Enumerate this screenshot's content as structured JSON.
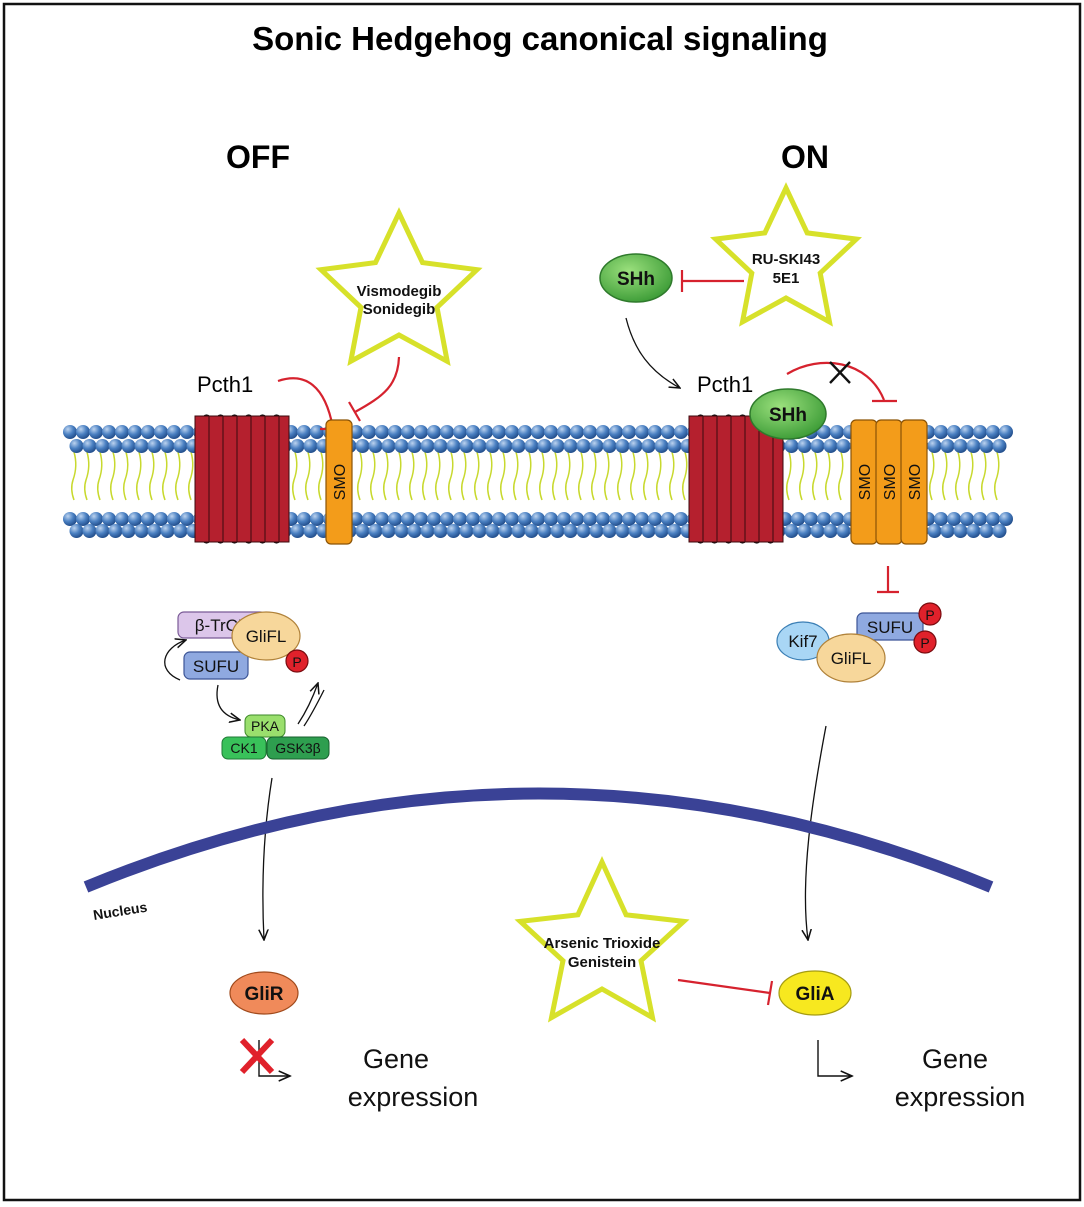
{
  "title": "Sonic Hedgehog canonical signaling",
  "states": {
    "off": "OFF",
    "on": "ON"
  },
  "drugs": {
    "smo_inhibitors": [
      "Vismodegib",
      "Sonidegib"
    ],
    "shh_inhibitors": [
      "RU-SKI43",
      "5E1"
    ],
    "gli_inhibitors": [
      "Arsenic Trioxide",
      "Genistein"
    ]
  },
  "labels": {
    "ptch_off": "Pcth1",
    "ptch_on": "Pcth1",
    "nucleus": "Nucleus"
  },
  "proteins": {
    "smo": "SMO",
    "shh": "SHh",
    "btrcp": "β-TrCP",
    "glifl": "GliFL",
    "sufu": "SUFU",
    "phospho": "P",
    "pka": "PKA",
    "ck1": "CK1",
    "gsk3b": "GSK3β",
    "kif7": "Kif7",
    "glir": "GliR",
    "glia": "GliA"
  },
  "gene_expression": [
    "Gene",
    "expression"
  ],
  "colors": {
    "ptch": "#b5202e",
    "smo": "#f39c1a",
    "lipid_head": "#3f74b5",
    "lipid_tail": "#c8d92e",
    "shh": "#4fb848",
    "star_outline": "#d7e12a",
    "inhibit": "#d6222e",
    "nucleus": "#3a4296",
    "phospho": "#e0212b",
    "glir": "#f08a5a",
    "glia": "#f7e81f"
  }
}
